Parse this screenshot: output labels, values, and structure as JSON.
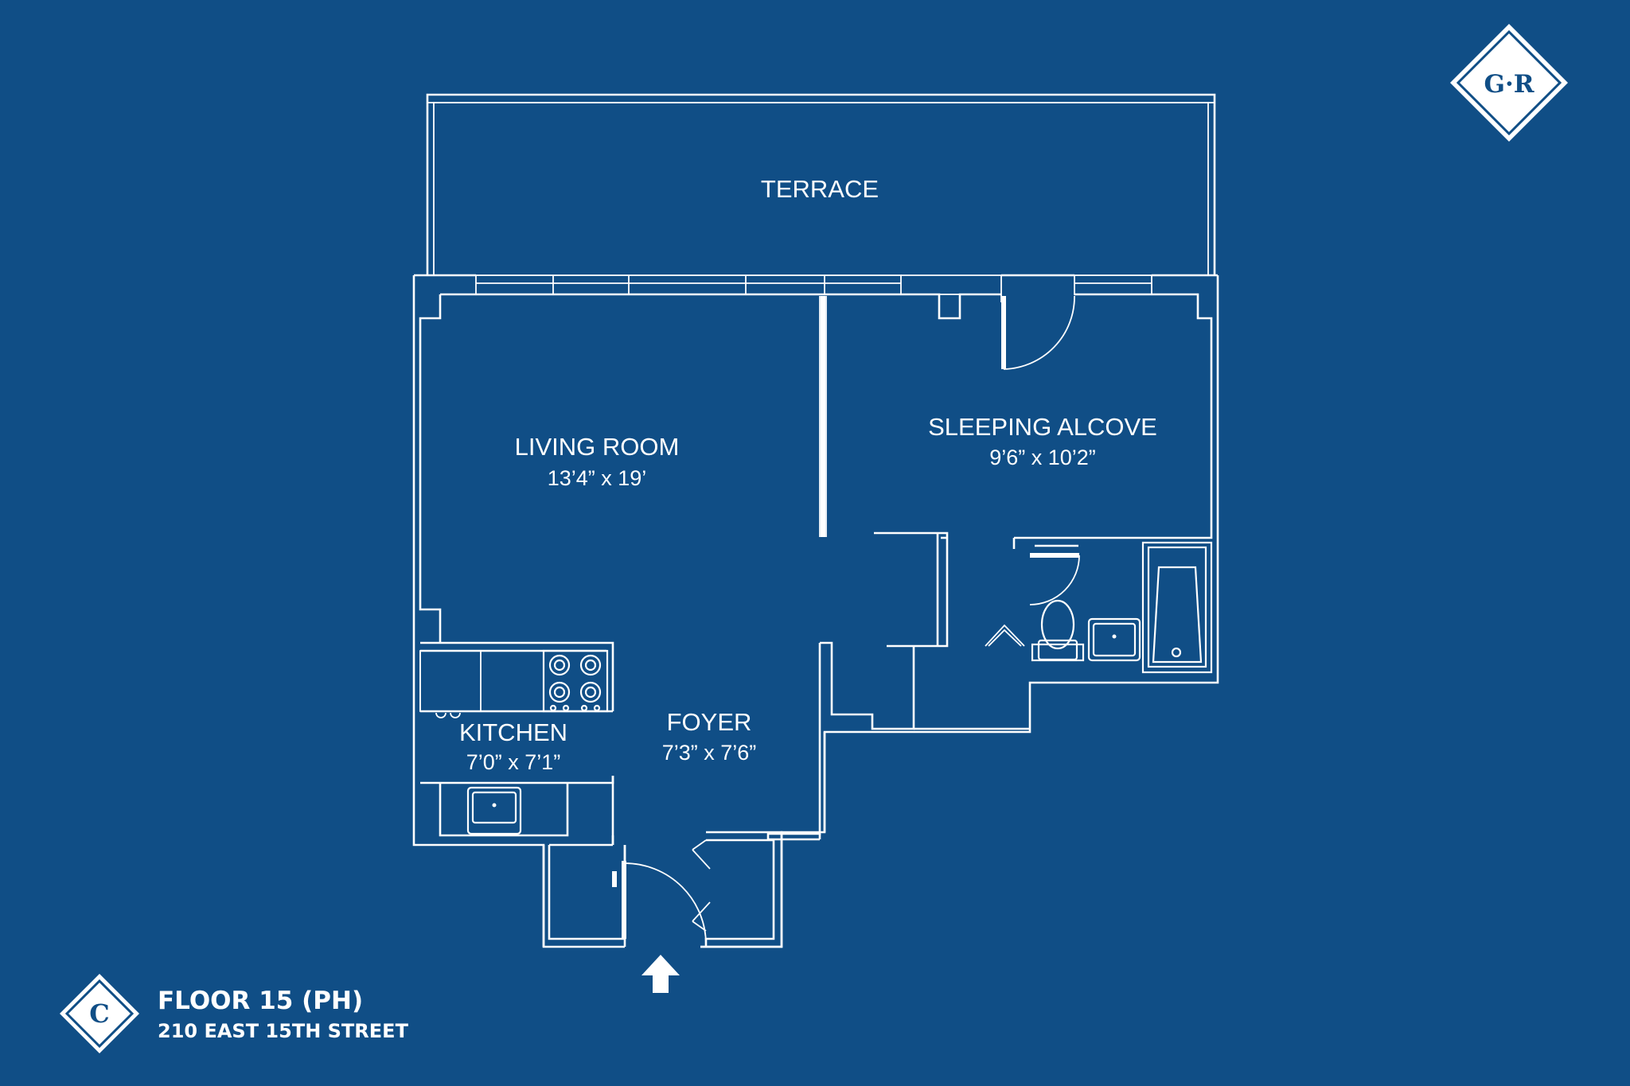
{
  "brand": {
    "logo_text": "G·R"
  },
  "rooms": {
    "terrace": {
      "name": "TERRACE"
    },
    "living": {
      "name": "LIVING ROOM",
      "dims": "13’4” x 19’"
    },
    "sleeping": {
      "name": "SLEEPING ALCOVE",
      "dims": "9’6” x 10’2”"
    },
    "kitchen": {
      "name": "KITCHEN",
      "dims": "7’0” x 7’1”"
    },
    "foyer": {
      "name": "FOYER",
      "dims": "7’3” x 7’6”"
    }
  },
  "unit": {
    "letter": "C",
    "floor": "FLOOR 15 (PH)",
    "address": "210 EAST 15TH STREET"
  },
  "colors": {
    "background": "#104e86",
    "line": "#ffffff"
  },
  "icons": [
    "gr-logo-diamond",
    "unit-c-diamond",
    "entry-arrow-icon",
    "stove-icon",
    "sink-icon",
    "toilet-icon",
    "bathtub-icon",
    "door-swing-icon"
  ]
}
